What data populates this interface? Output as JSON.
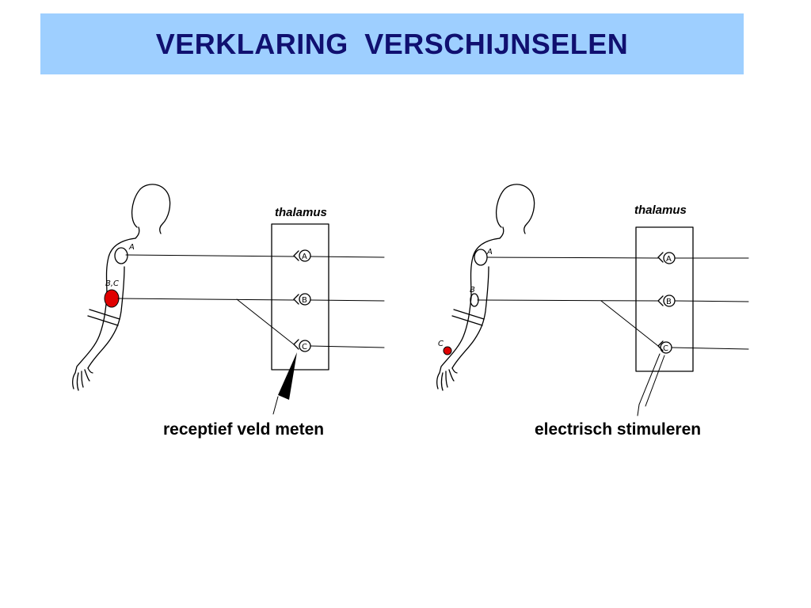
{
  "title": "VERKLARING  VERSCHIJNSELEN",
  "left_panel": {
    "thalamus_label": "thalamus",
    "arm_labels": [
      "A",
      "B,C"
    ],
    "nodes": [
      "A",
      "B",
      "C"
    ],
    "caption": "receptief veld meten",
    "marker_color": "#e00000"
  },
  "right_panel": {
    "thalamus_label": "thalamus",
    "arm_labels": [
      "A",
      "B",
      "C"
    ],
    "nodes": [
      "A",
      "B",
      "C"
    ],
    "caption": "electrisch stimuleren",
    "marker_color": "#e00000"
  }
}
